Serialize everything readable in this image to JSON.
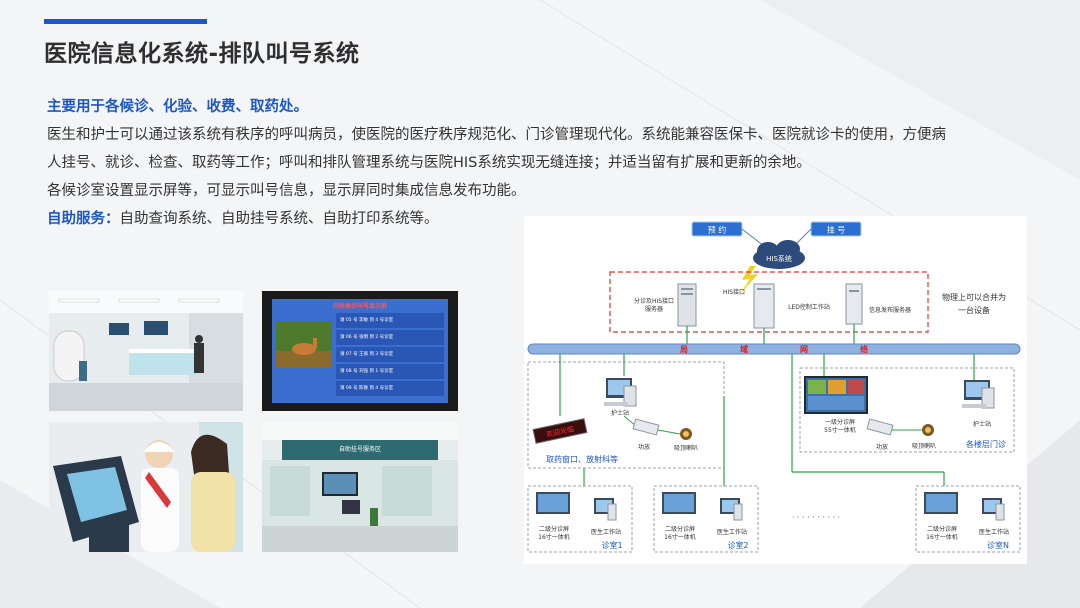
{
  "title": "医院信息化系统-排队叫号系统",
  "intro_heading": "主要用于各候诊、化验、收费、取药处。",
  "body_line1": "医生和护士可以通过该系统有秩序的呼叫病员，使医院的医疗秩序规范化、门诊管理现代化。系统能兼容医保卡、医院就诊卡的使用，方便病",
  "body_line2": "人挂号、就诊、检查、取药等工作；呼叫和排队管理系统与医院HIS系统实现无缝连接；并适当留有扩展和更新的余地。",
  "body_line3": "各候诊室设置显示屏等，可显示叫号信息，显示屏同时集成信息发布功能。",
  "self_service": {
    "label": "自助服务：",
    "text": "自助查询系统、自助挂号系统、自助打印系统等。"
  },
  "screen_photo": {
    "header": "内科候诊叫号显示屏",
    "rows": [
      "请 05 号 李敏 到 4 号诊室",
      "请 06 号 张明 到 2 号诊室",
      "请 07 号 王丽 到 3 号诊室",
      "请 08 号 刘强 到 1 号诊室",
      "请 09 号 陈静 到 4 号诊室"
    ]
  },
  "office_sign": "自助挂号服务区",
  "diagram": {
    "top_boxes": [
      "预  约",
      "挂  号"
    ],
    "cloud": "HIS系统",
    "servers": [
      "分诊及HIS接口服务器",
      "HIS接口",
      "LED控制工作站",
      "信息发布服务器"
    ],
    "merge_note": [
      "物理上可以合并为",
      "一台设备"
    ],
    "network": [
      "局",
      "域",
      "网",
      "络"
    ],
    "left_group": {
      "led": "欢迎光临",
      "nurse": "护士站",
      "amp": "功放",
      "speaker": "吸顶喇叭",
      "caption": "取药窗口、放射科等"
    },
    "right_group": {
      "screen_label": [
        "一级分诊屏",
        "55寸一体机"
      ],
      "amp": "功放",
      "speaker": "吸顶喇叭",
      "nurse": "护士站",
      "caption": "各楼层门诊"
    },
    "rooms": [
      {
        "screen": [
          "二级分诊屏",
          "16寸一体机"
        ],
        "doctor": "医生工作站",
        "name": "诊室1"
      },
      {
        "screen": [
          "二级分诊屏",
          "16寸一体机"
        ],
        "doctor": "医生工作站",
        "name": "诊室2"
      },
      {
        "screen": [
          "二级分诊屏",
          "16寸一体机"
        ],
        "doctor": "医生工作站",
        "name": "诊室N"
      }
    ],
    "ellipsis": "· · · · · · · · · ·"
  },
  "colors": {
    "accent": "#1d57c9",
    "title": "#2f2f2f",
    "network_bar": "#8fb1e0",
    "network_text": "#e02020",
    "link_green": "#2aa545",
    "dashed_red": "#e03030"
  }
}
